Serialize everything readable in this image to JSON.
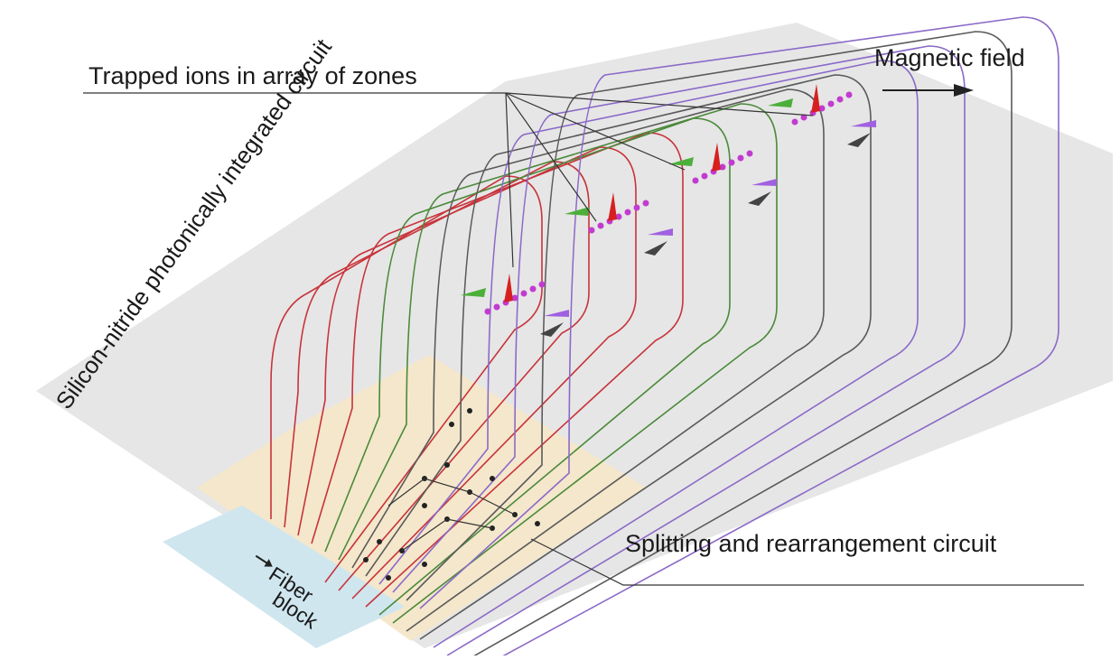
{
  "labels": {
    "trapped_ions": "Trapped ions in array of zones",
    "magnetic_field": "Magnetic field",
    "chip": "Silicon-nitride photonically integrated circuit",
    "splitting": "Splitting and rearrangement circuit",
    "fiber_line1": "Fiber",
    "fiber_line2": "block"
  },
  "colors": {
    "chip_surface": "#e6e6e6",
    "splitter_region": "#f5e7c8",
    "fiber_block": "#cfe6ef",
    "red_waveguide": "#c8333a",
    "green_waveguide": "#4a8a3a",
    "gray_waveguide": "#5a5a5a",
    "violet_waveguide": "#8a6ac8",
    "teal_waveguide": "#3f7f8f",
    "ion": "#c23bd0",
    "red_grating": "#d62020",
    "green_grating": "#4caf3a",
    "violet_grating": "#a060e0",
    "dark_grating": "#444444"
  },
  "zones": [
    {
      "id": "zone-1"
    },
    {
      "id": "zone-2"
    },
    {
      "id": "zone-3"
    },
    {
      "id": "zone-4"
    }
  ]
}
